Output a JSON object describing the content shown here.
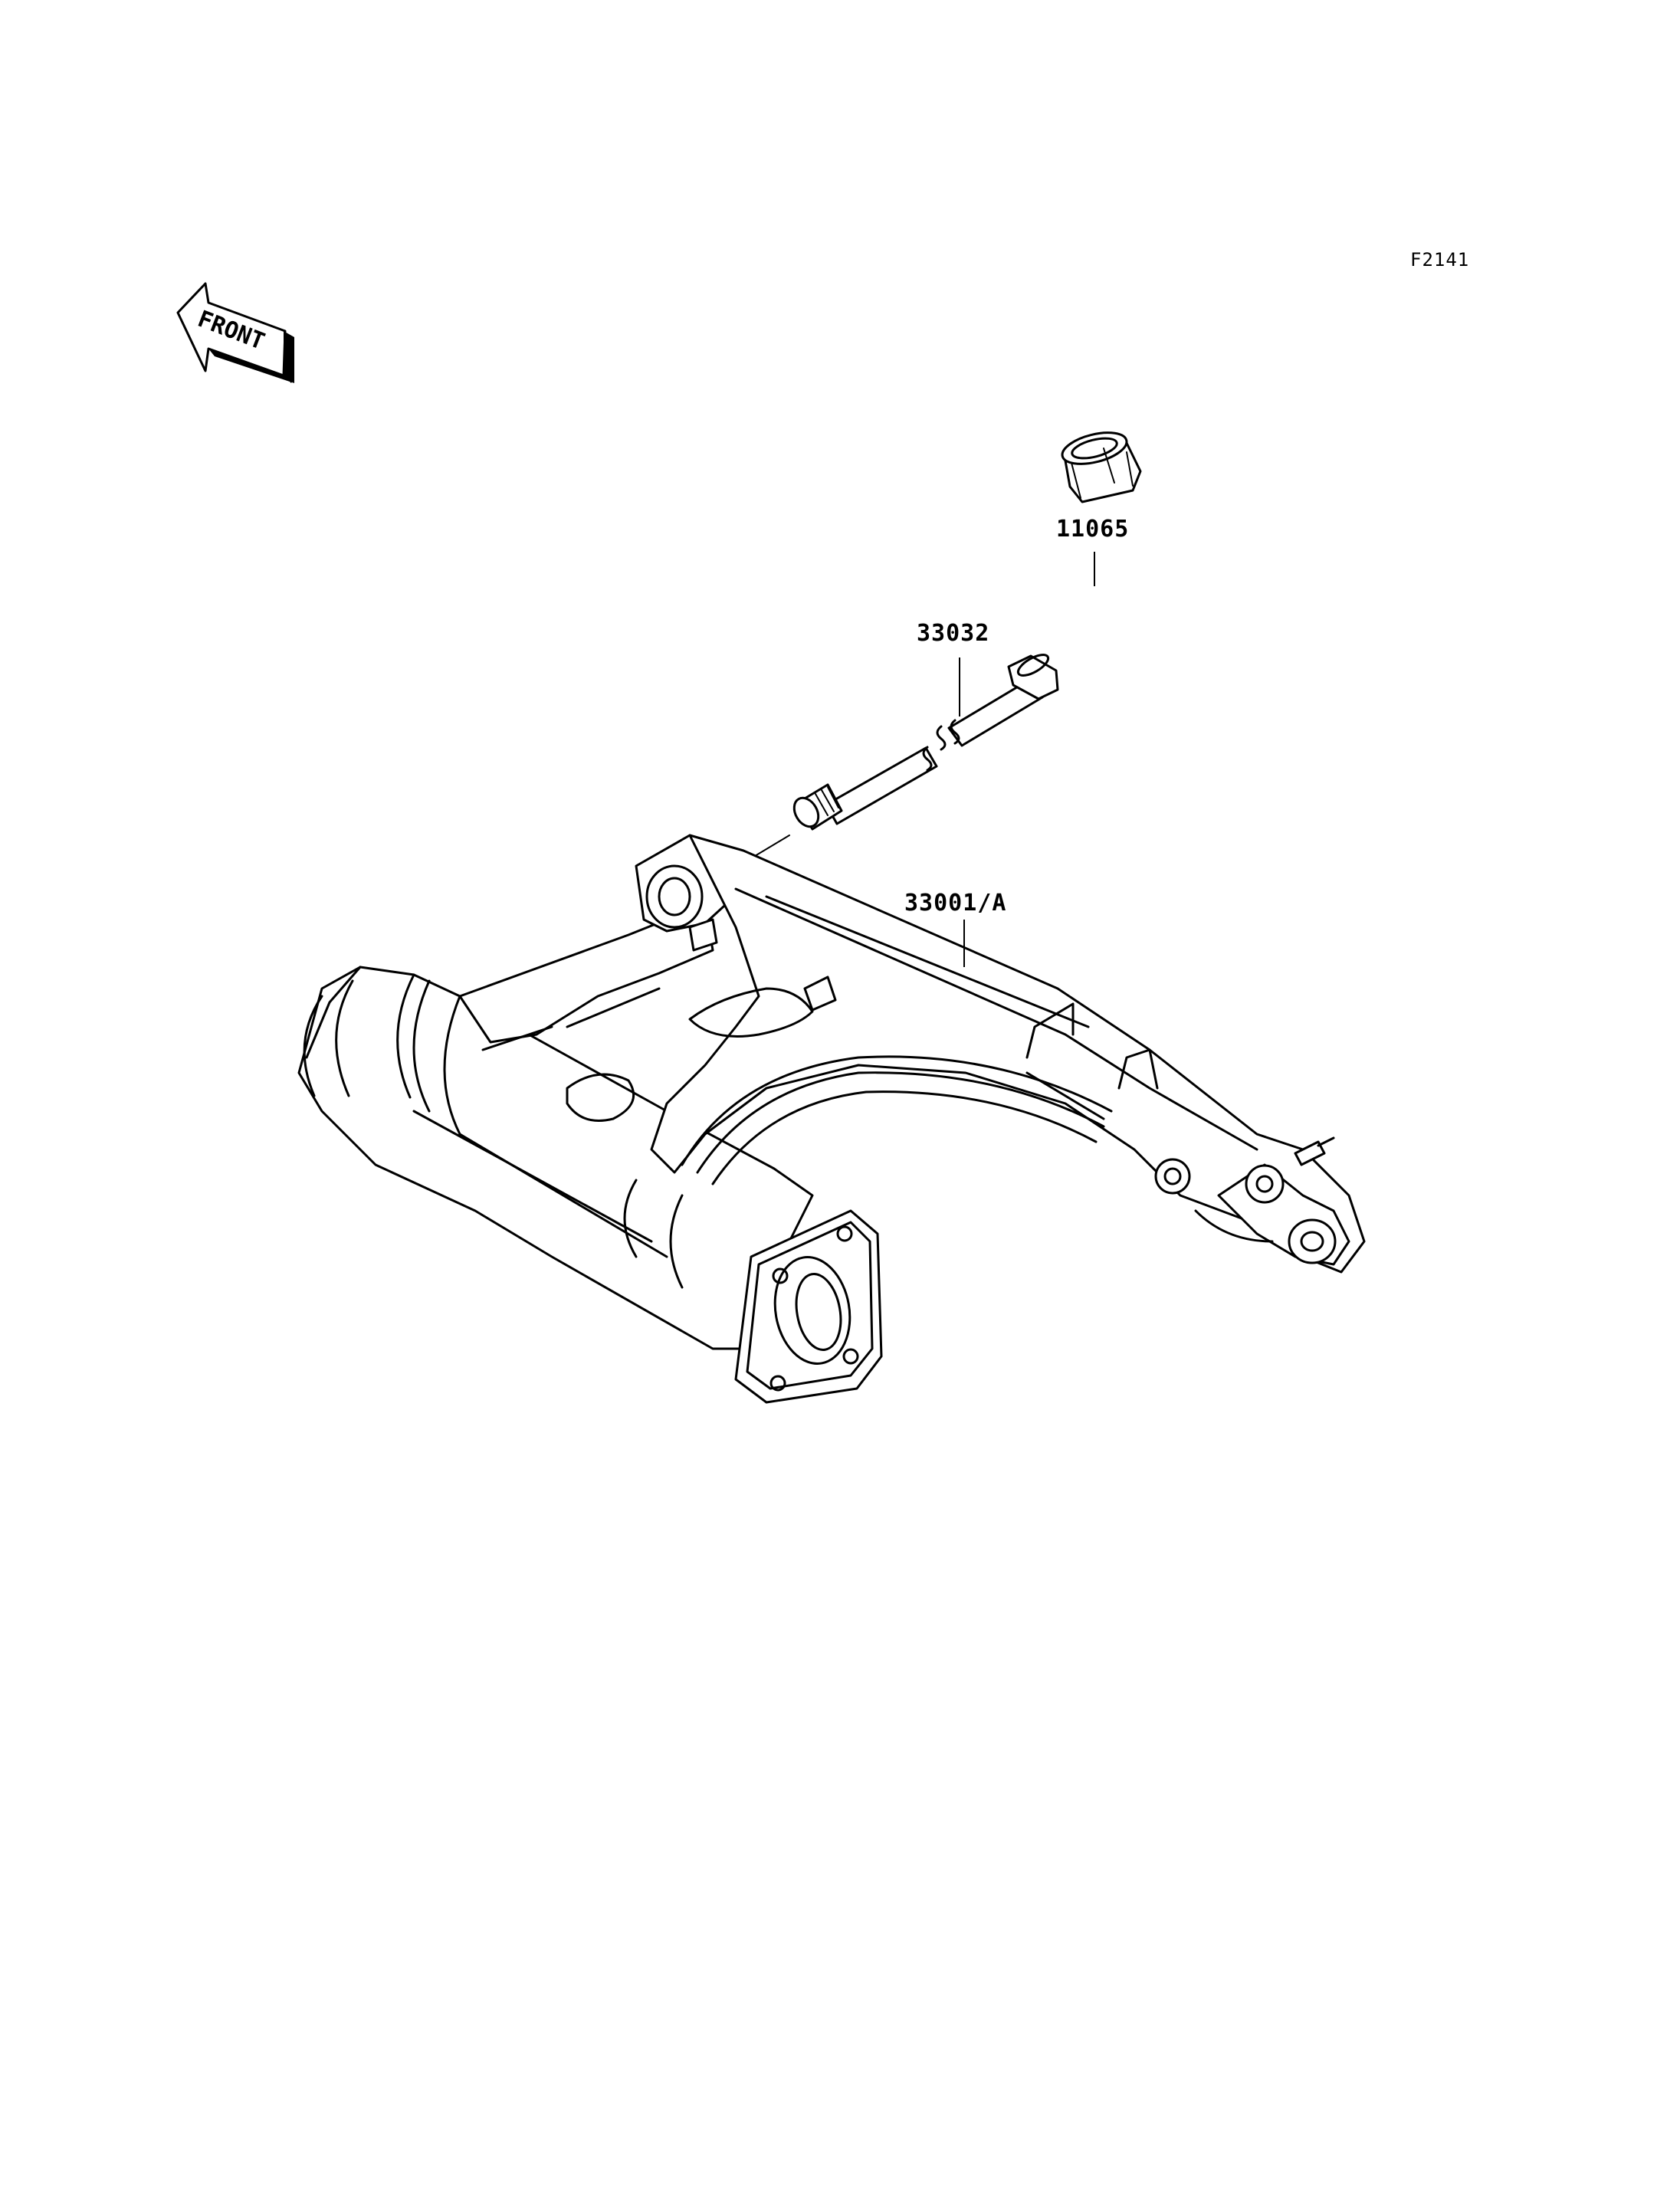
{
  "figure_code": "F2141",
  "front_indicator": {
    "text": "FRONT",
    "icon": "front-arrow-icon"
  },
  "parts": [
    {
      "number": "11065",
      "description": "collar"
    },
    {
      "number": "33032",
      "description": "pivot shaft"
    },
    {
      "number": "33001/A",
      "description": "swingarm"
    }
  ],
  "colors": {
    "line": "#000000",
    "background": "#ffffff"
  }
}
